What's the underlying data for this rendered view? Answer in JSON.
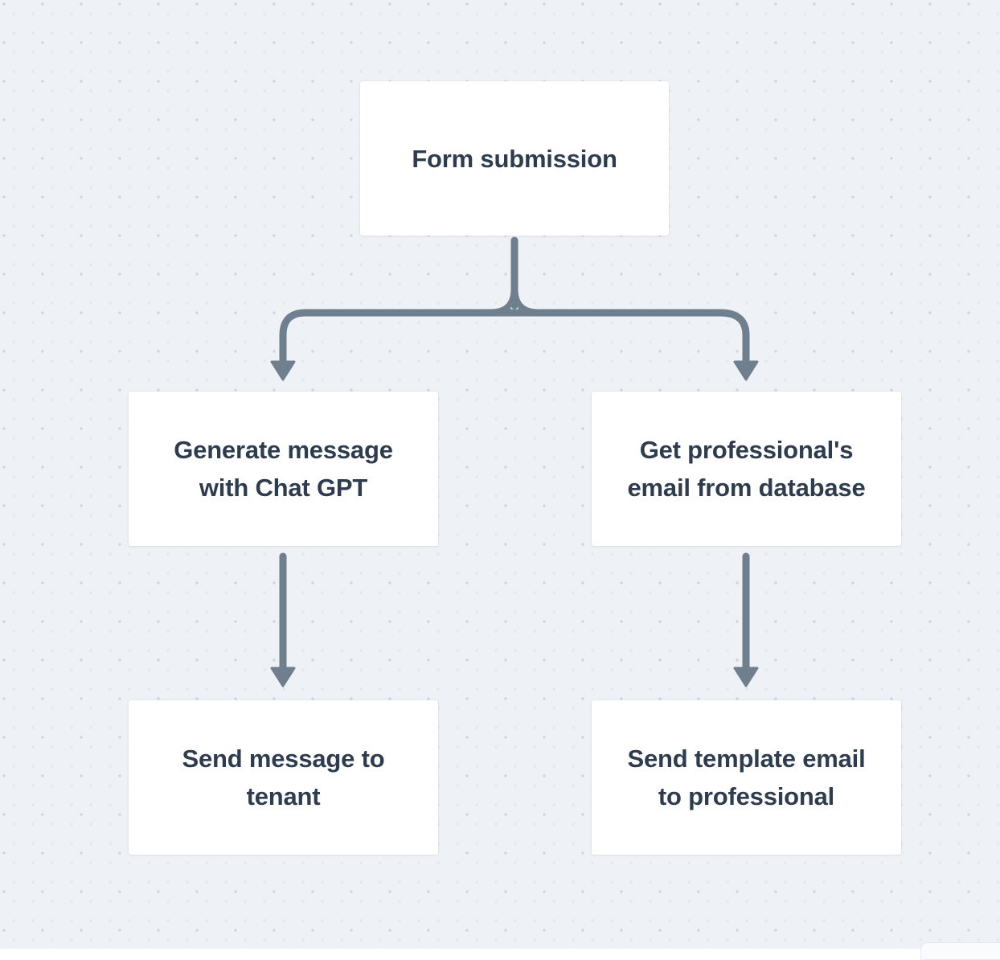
{
  "canvas": {
    "background_color": "#eef1f5",
    "dot_minor_color": "#dfe4e9",
    "dot_major_color": "#ccd4dc",
    "node_fill": "#ffffff",
    "node_text_color": "#2e3c4e",
    "arrow_color": "#6f7f8e"
  },
  "diagram": {
    "type": "flowchart",
    "nodes": [
      {
        "id": "form-submission",
        "label": "Form submission"
      },
      {
        "id": "generate-message",
        "label": "Generate message with Chat GPT"
      },
      {
        "id": "get-email",
        "label": "Get professional's email from database"
      },
      {
        "id": "send-message-tenant",
        "label": "Send message to tenant"
      },
      {
        "id": "send-template-email",
        "label": "Send template email to professional"
      }
    ],
    "edges": [
      {
        "from": "form-submission",
        "to": "generate-message"
      },
      {
        "from": "form-submission",
        "to": "get-email"
      },
      {
        "from": "generate-message",
        "to": "send-message-tenant"
      },
      {
        "from": "get-email",
        "to": "send-template-email"
      }
    ]
  }
}
